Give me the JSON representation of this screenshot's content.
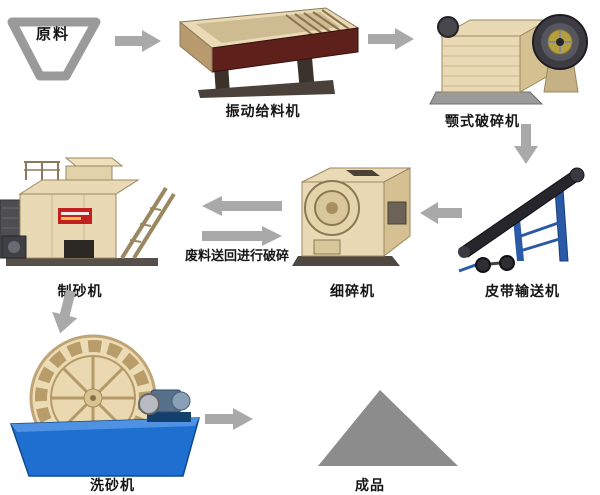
{
  "diagram": {
    "nodes": {
      "raw_material": "原料",
      "vibrating_feeder": "振动给料机",
      "jaw_crusher": "颚式破碎机",
      "belt_conveyor": "皮带输送机",
      "fine_crusher": "细碎机",
      "sand_maker": "制砂机",
      "sand_washer": "洗砂机",
      "finished_product": "成品",
      "waste_return_note": "废料送回进行破碎"
    },
    "flow": [
      "原料 → 振动给料机 → 颚式破碎机 → 皮带输送机 → 细碎机 → 制砂机 → 洗砂机 → 成品",
      "制砂机 → 细碎机 (废料送回进行破碎)"
    ],
    "colors": {
      "background": "#ffffff",
      "arrow_color": "#a9a9a9",
      "label_color": "#151515",
      "machine_beige": "#e9dab5",
      "feeder_maroon": "#5d201a",
      "conveyor_blue": "#2a5aa6",
      "washer_blue": "#1e6fd0",
      "product_gray": "#8c8c8c",
      "raw_outline": "#9a9a9a"
    }
  }
}
